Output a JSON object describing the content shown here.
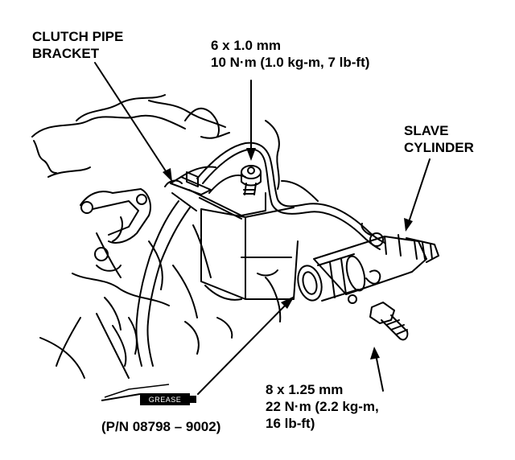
{
  "labels": {
    "clutch_pipe_bracket": [
      "CLUTCH PIPE",
      "BRACKET"
    ],
    "bolt_top_spec": [
      "6 x 1.0 mm",
      "10 N·m (1.0 kg-m, 7 lb-ft)"
    ],
    "slave_cylinder": [
      "SLAVE",
      "CYLINDER"
    ],
    "bolt_bottom_spec": [
      "8 x 1.25 mm",
      "22 N·m (2.2 kg-m,",
      "16 lb-ft)"
    ],
    "part_number": "(P/N 08798 – 9002)",
    "grease_tube": "GREASE"
  },
  "colors": {
    "ink": "#000000",
    "paper": "#ffffff"
  }
}
